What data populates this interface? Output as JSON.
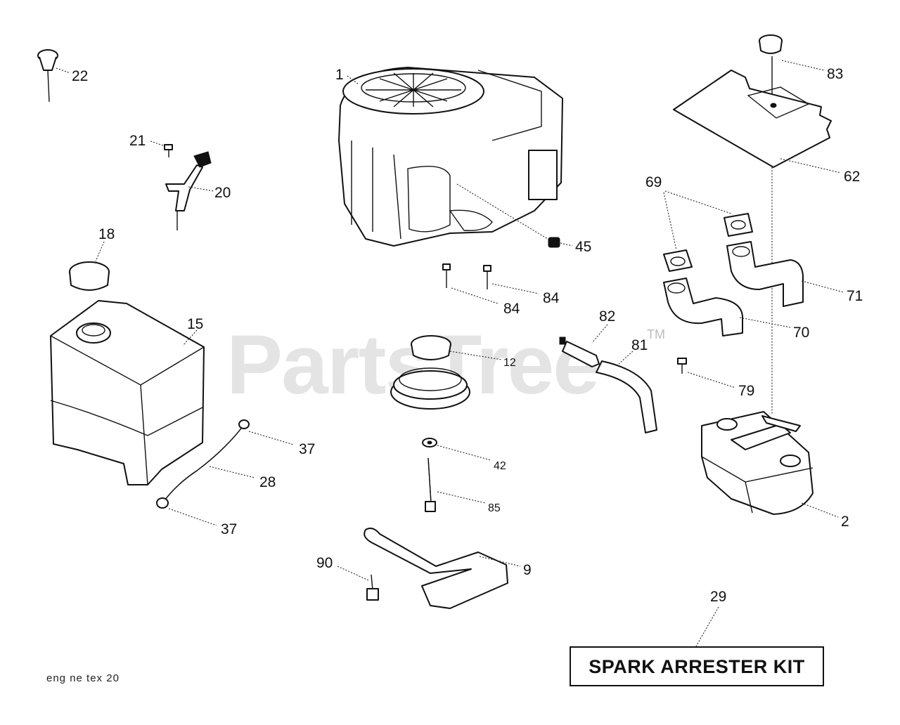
{
  "watermark": {
    "text": "PartsTree",
    "mark": "TM"
  },
  "kit_box": {
    "text": "SPARK ARRESTER KIT"
  },
  "footer": {
    "text": "eng ne tex  20"
  },
  "callouts": {
    "c1": "1",
    "c2": "2",
    "c9": "9",
    "c12": "12",
    "c15": "15",
    "c18": "18",
    "c20": "20",
    "c21": "21",
    "c22": "22",
    "c28": "28",
    "c29": "29",
    "c37a": "37",
    "c37b": "37",
    "c42": "42",
    "c45": "45",
    "c62": "62",
    "c69": "69",
    "c70": "70",
    "c71": "71",
    "c79": "79",
    "c81": "81",
    "c82": "82",
    "c83": "83",
    "c84a": "84",
    "c84b": "84",
    "c85": "85",
    "c90": "90"
  }
}
